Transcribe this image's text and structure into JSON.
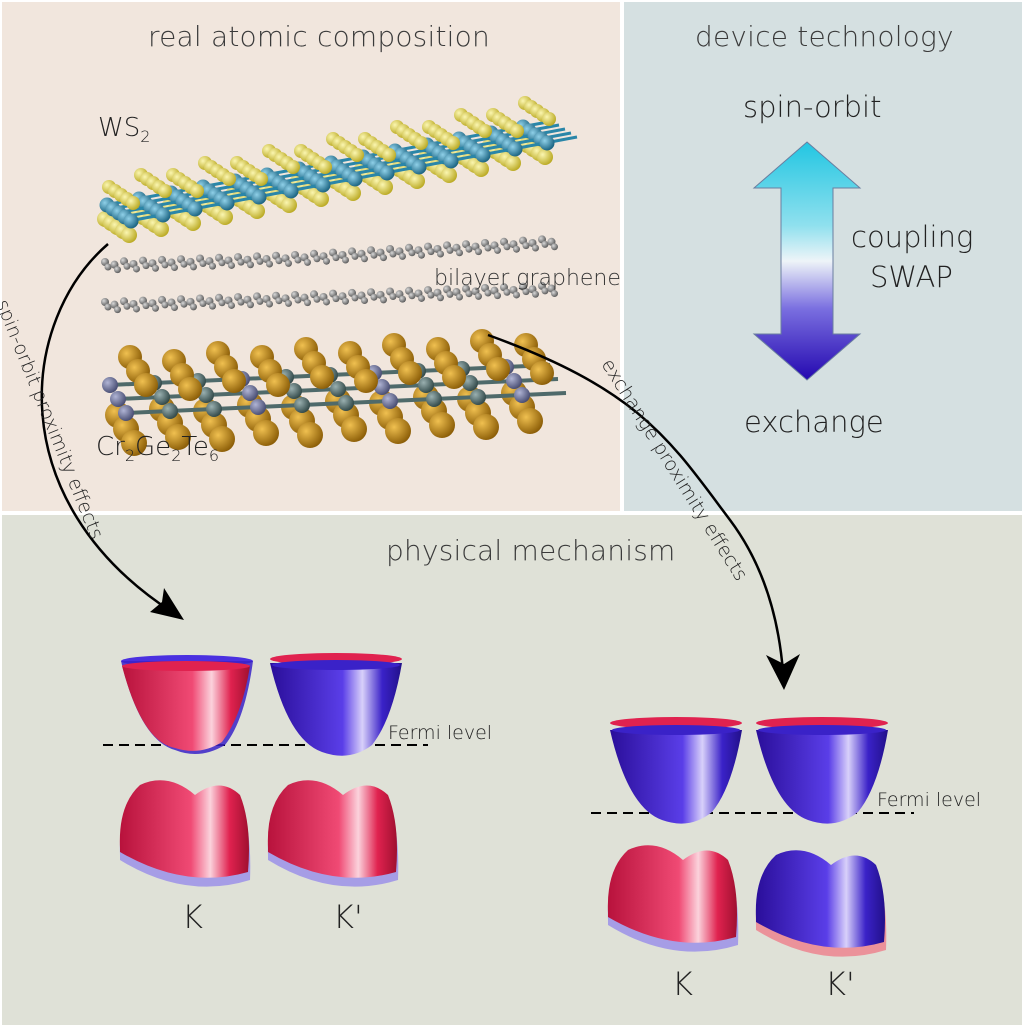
{
  "panels": {
    "atomic": {
      "title": "real atomic composition"
    },
    "device": {
      "title": "device technology"
    },
    "mechanism": {
      "title": "physical mechanism"
    }
  },
  "atomic_labels": {
    "ws2_base": "WS",
    "ws2_sub": "2",
    "graphene": "bilayer graphene",
    "cgt_parts": [
      "Cr",
      "2",
      "Ge",
      "2",
      "Te",
      "6"
    ]
  },
  "device": {
    "top": "spin-orbit",
    "bottom": "exchange",
    "middle_line1": "coupling",
    "middle_line2": "SWAP"
  },
  "arrows": {
    "left": "spin-orbit proximity effects",
    "right": "exchange proximity effects"
  },
  "bands_left": {
    "fermi": "Fermi level",
    "valley_k": "K",
    "valley_kp": "K'"
  },
  "bands_right": {
    "fermi": "Fermi level",
    "valley_k": "K",
    "valley_kp": "K'"
  },
  "colors": {
    "red_band": "#e0224f",
    "blue_band": "#3a22c8",
    "arrow_top": "#29c8e4",
    "arrow_bottom": "#2a12b8",
    "sulfur": "#e2d84a",
    "tungsten": "#2a86a8",
    "carbon": "#7a7a7a",
    "tellurium": "#c48a10",
    "chromium": "#4f6a6a",
    "germanium": "#6a6e90"
  }
}
